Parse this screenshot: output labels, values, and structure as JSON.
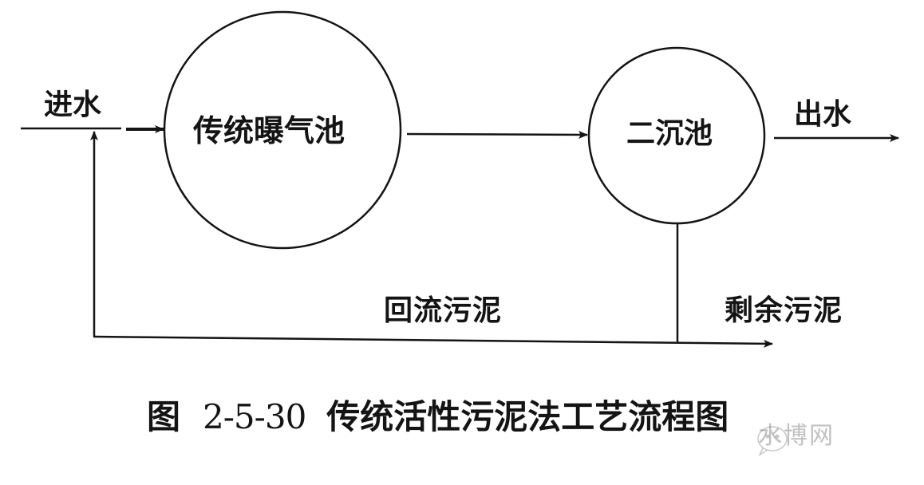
{
  "diagram": {
    "title": "传统活性污泥法工艺流程图",
    "nodes": [
      {
        "id": "aeration_tank",
        "label": "传统曝气池",
        "shape": "circle"
      },
      {
        "id": "secondary_clarifier",
        "label": "二沉池",
        "shape": "circle"
      }
    ],
    "flows": [
      {
        "from": "inlet",
        "to": "aeration_tank",
        "label": "进水"
      },
      {
        "from": "aeration_tank",
        "to": "secondary_clarifier",
        "label": ""
      },
      {
        "from": "secondary_clarifier",
        "to": "outlet",
        "label": "出水"
      },
      {
        "from": "secondary_clarifier",
        "to": "inlet",
        "label": "回流污泥"
      },
      {
        "from": "secondary_clarifier",
        "to": "discharge",
        "label": "剩余污泥"
      }
    ]
  },
  "labels": {
    "inlet": "进水",
    "aeration_tank": "传统曝气池",
    "secondary_clarifier": "二沉池",
    "outlet": "出水",
    "return_sludge": "回流污泥",
    "excess_sludge": "剩余污泥"
  },
  "caption": {
    "prefix": "图",
    "number": "2-5-30",
    "title": "传统活性污泥法工艺流程图"
  },
  "watermark": {
    "icon": "wechat-icon",
    "text": "水博网"
  },
  "colors": {
    "line": "#141414",
    "background": "#ffffff",
    "watermark": "#777777"
  }
}
